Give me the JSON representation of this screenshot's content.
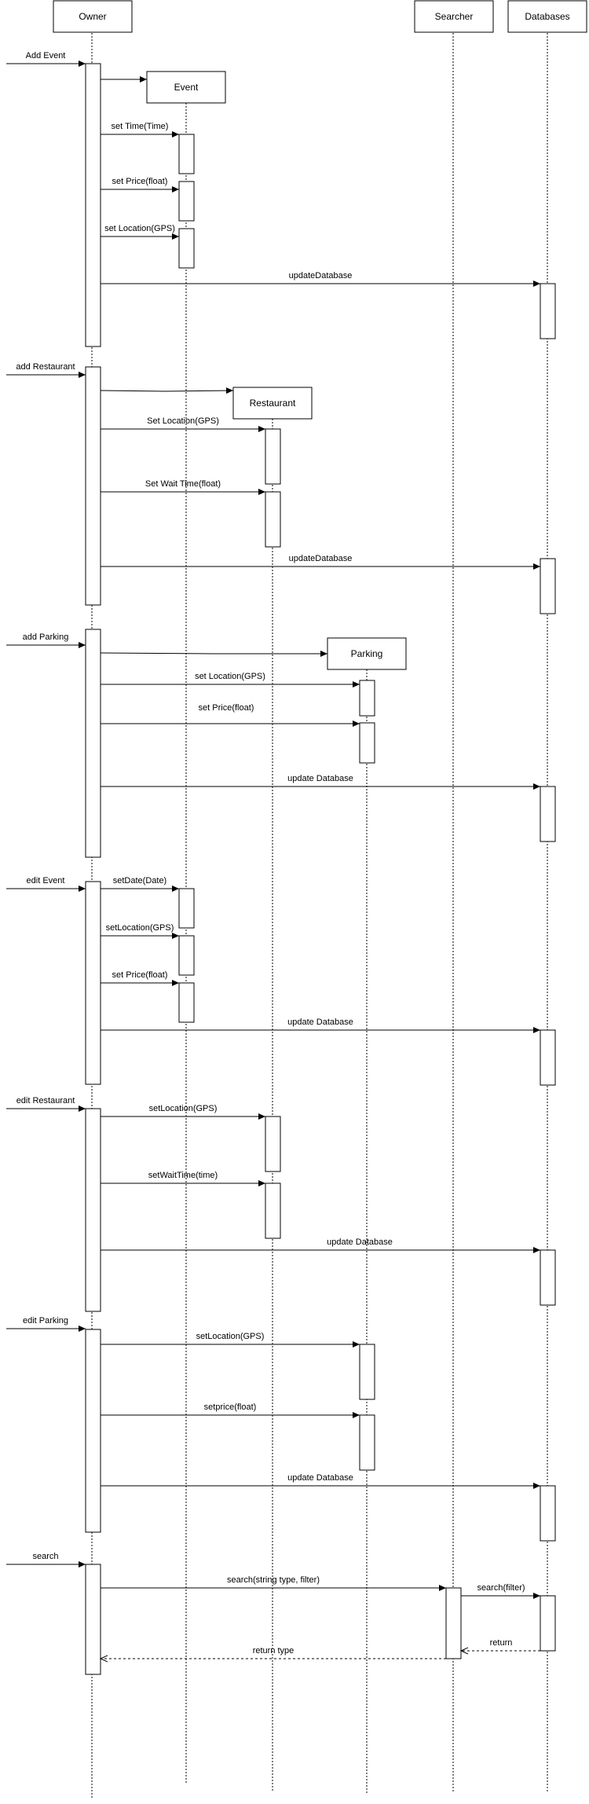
{
  "participants": {
    "owner": "Owner",
    "event": "Event",
    "restaurant": "Restaurant",
    "parking": "Parking",
    "searcher": "Searcher",
    "databases": "Databases"
  },
  "messages": {
    "add_event": "Add Event",
    "set_time": "set Time(Time)",
    "set_price_event": "set Price(float)",
    "set_location_event": "set Location(GPS)",
    "update_db_1": "updateDatabase",
    "add_restaurant": "add Restaurant",
    "set_location_restaurant": "Set Location(GPS)",
    "set_wait_time": "Set Wait Time(float)",
    "update_db_2": "updateDatabase",
    "add_parking": "add Parking",
    "set_location_parking": "set Location(GPS)",
    "set_price_parking": "set Price(float)",
    "update_db_3": "update Database",
    "edit_event": "edit Event",
    "set_date": "setDate(Date)",
    "edit_set_location_event": "setLocation(GPS)",
    "edit_set_price_event": "set Price(float)",
    "update_db_4": "update Database",
    "edit_restaurant": "edit Restaurant",
    "edit_set_location_restaurant": "setLocation(GPS)",
    "edit_set_wait_time": "setWaitTime(time)",
    "update_db_5": "update Database",
    "edit_parking": "edit Parking",
    "edit_set_location_parking": "setLocation(GPS)",
    "edit_set_price_parking": "setprice(float)",
    "update_db_6": "update Database",
    "search": "search",
    "search_call": "search(string type, filter)",
    "search_filter": "search(filter)",
    "return_db": "return",
    "return_type": "return type"
  }
}
